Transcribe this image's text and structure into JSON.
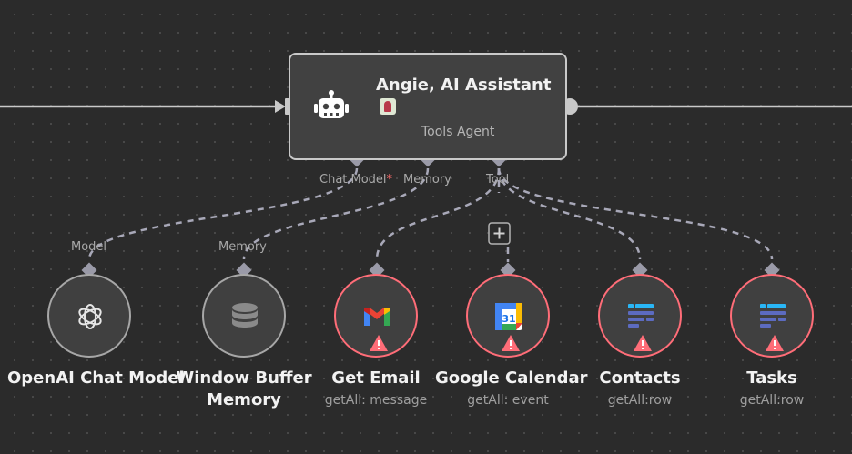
{
  "agent": {
    "title": "Angie, AI Assistant",
    "subtitle": "Tools Agent",
    "icon": "robot-icon",
    "ports": {
      "chat_model": "Chat Model",
      "chat_model_required": "*",
      "memory": "Memory",
      "tool": "Tool"
    }
  },
  "nodes": [
    {
      "id": "openai",
      "title": "OpenAI Chat Model",
      "subtitle": "",
      "input_label": "Model",
      "icon": "openai-icon",
      "warning": false
    },
    {
      "id": "memory",
      "title_line1": "Window Buffer",
      "title_line2": "Memory",
      "subtitle": "",
      "input_label": "Memory",
      "icon": "database-icon",
      "warning": false
    },
    {
      "id": "gmail",
      "title": "Get Email",
      "subtitle": "getAll: message",
      "icon": "gmail-icon",
      "warning": true
    },
    {
      "id": "gcal",
      "title": "Google Calendar",
      "subtitle": "getAll: event",
      "icon": "google-calendar-icon",
      "warning": true
    },
    {
      "id": "contacts",
      "title": "Contacts",
      "subtitle": "getAll:row",
      "icon": "table-icon",
      "warning": true
    },
    {
      "id": "tasks",
      "title": "Tasks",
      "subtitle": "getAll:row",
      "icon": "table-icon",
      "warning": true
    }
  ],
  "colors": {
    "background": "#2b2b2b",
    "node_fill": "#404040",
    "error_border": "#ff6d78",
    "ok_border": "#a7a7a7",
    "connection": "#a8a8b8"
  }
}
